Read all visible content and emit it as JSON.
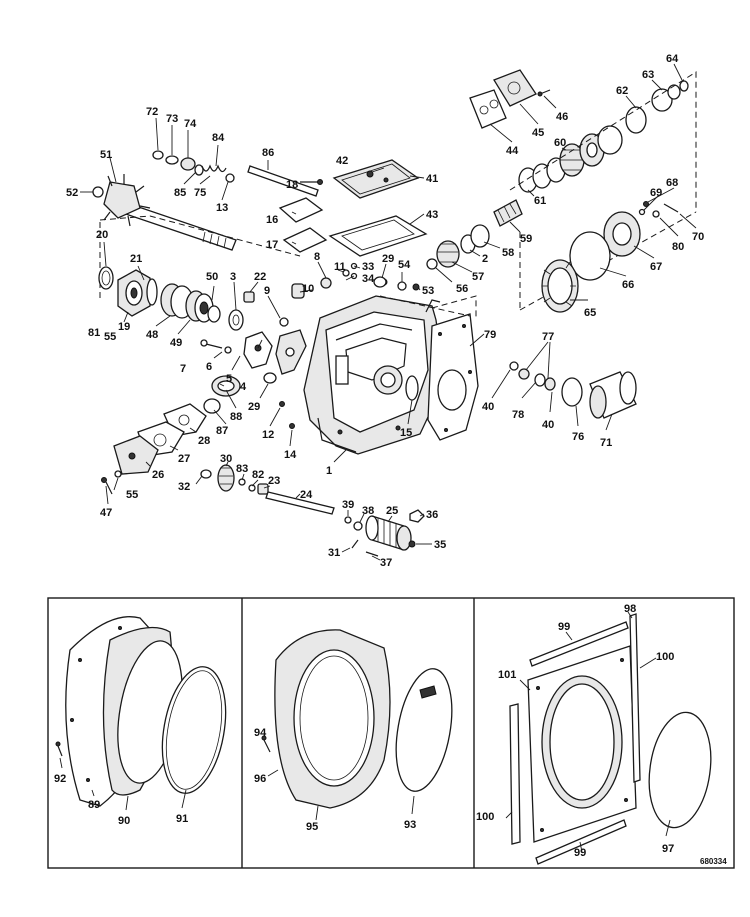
{
  "drawing_ref": "680334",
  "callouts": [
    "1",
    "2",
    "3",
    "4",
    "5",
    "6",
    "7",
    "8",
    "9",
    "10",
    "11",
    "12",
    "13",
    "14",
    "15",
    "16",
    "17",
    "18",
    "19",
    "20",
    "21",
    "22",
    "23",
    "24",
    "25",
    "26",
    "27",
    "28",
    "29",
    "30",
    "31",
    "32",
    "33",
    "34",
    "35",
    "36",
    "37",
    "38",
    "39",
    "40",
    "41",
    "42",
    "43",
    "44",
    "45",
    "46",
    "47",
    "48",
    "49",
    "50",
    "51",
    "52",
    "53",
    "54",
    "55",
    "56",
    "57",
    "58",
    "59",
    "60",
    "61",
    "62",
    "63",
    "64",
    "65",
    "66",
    "67",
    "68",
    "69",
    "70",
    "71",
    "72",
    "73",
    "74",
    "75",
    "76",
    "77",
    "78",
    "79",
    "80",
    "81",
    "82",
    "83",
    "84",
    "85",
    "86",
    "87",
    "88",
    "89",
    "90",
    "91",
    "92",
    "93",
    "94",
    "95",
    "96",
    "97",
    "98",
    "99",
    "100",
    "101"
  ]
}
